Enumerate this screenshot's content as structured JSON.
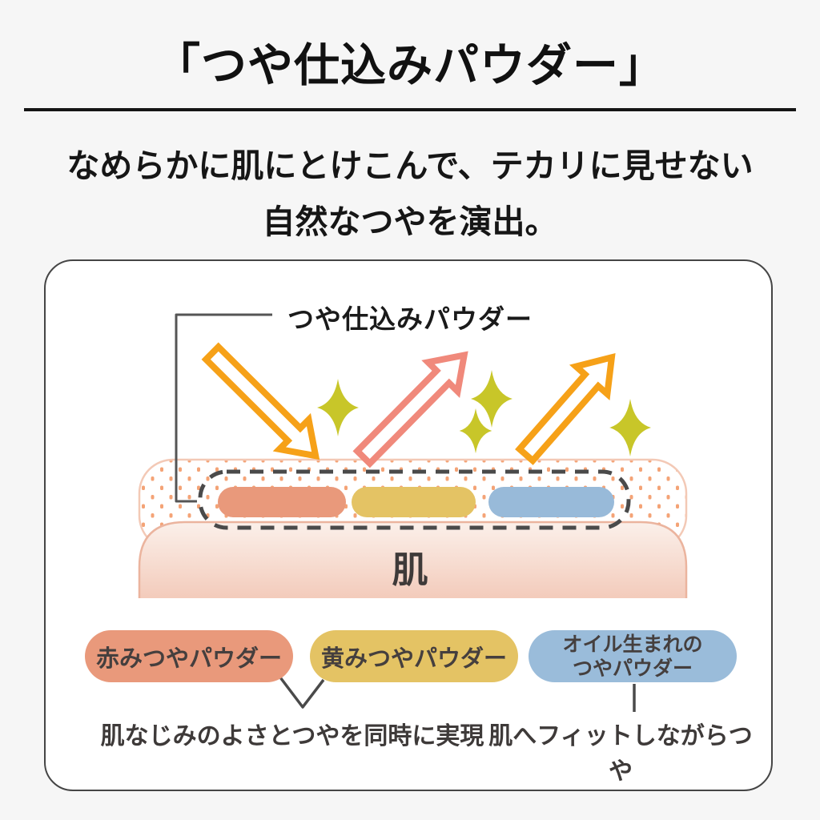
{
  "page": {
    "title": "「つや仕込みパウダー」",
    "subtitle_line1": "なめらかに肌にとけこんで、テカリに見せない",
    "subtitle_line2": "自然なつやを演出。"
  },
  "diagram": {
    "powder_label": "つや仕込みパウダー",
    "skin_label": "肌",
    "legend": [
      {
        "label": "赤みつやパウダー",
        "color": "#E9997B"
      },
      {
        "label": "黄みつやパウダー",
        "color": "#E4C364"
      },
      {
        "label_line1": "オイル生まれの",
        "label_line2": "つやパウダー",
        "color": "#9ABCDA"
      }
    ],
    "captions": {
      "left": "肌なじみのよさとつやを同時に実現",
      "right": "肌へフィットしながらつや"
    },
    "colors": {
      "arrow_orange": "#F6A118",
      "arrow_salmon": "#F0897B",
      "sparkle_yellow": "#C8C629",
      "powder_dot_orange": "#F4A376",
      "powder_outline": "#F3C9B6",
      "dashed_outline_gray": "#4A4A4A",
      "layer_pill_red": "#E9997B",
      "layer_pill_yellow": "#E4C364",
      "layer_pill_blue": "#98BAD9",
      "skin_gradient_top": "#FBF0EA",
      "skin_gradient_bottom": "#F3CBBB",
      "skin_outline": "#EBB49E",
      "text_dark": "#3E3A39"
    }
  }
}
